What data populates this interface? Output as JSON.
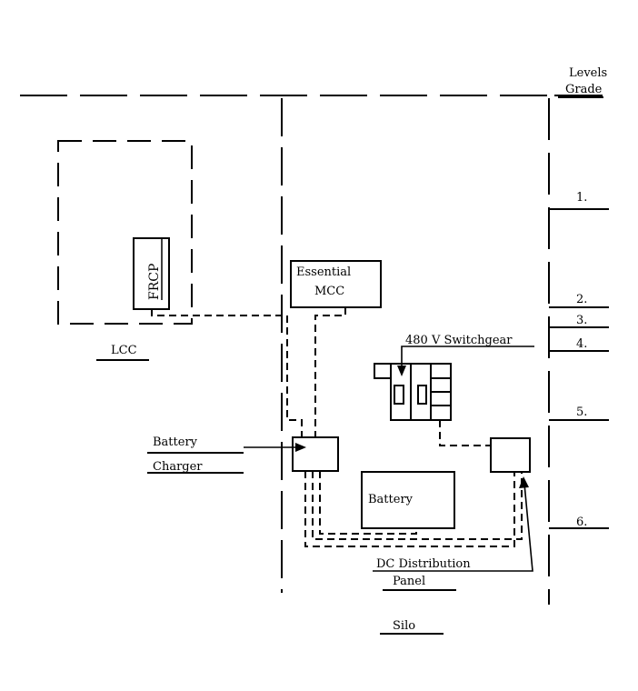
{
  "labels": {
    "levels": "Levels",
    "grade": "Grade",
    "level_1": "1.",
    "level_2": "2.",
    "level_3": "3.",
    "level_4": "4.",
    "level_5": "5.",
    "level_6": "6.",
    "frcp": "FRCP",
    "lcc": "LCC",
    "essential_1": "Essential",
    "essential_2": "MCC",
    "switchgear": "480 V Switchgear",
    "battery_charger_1": "Battery",
    "battery_charger_2": "Charger",
    "battery": "Battery",
    "dc_panel_1": "DC Distribution",
    "dc_panel_2": "Panel",
    "silo": "Silo"
  }
}
